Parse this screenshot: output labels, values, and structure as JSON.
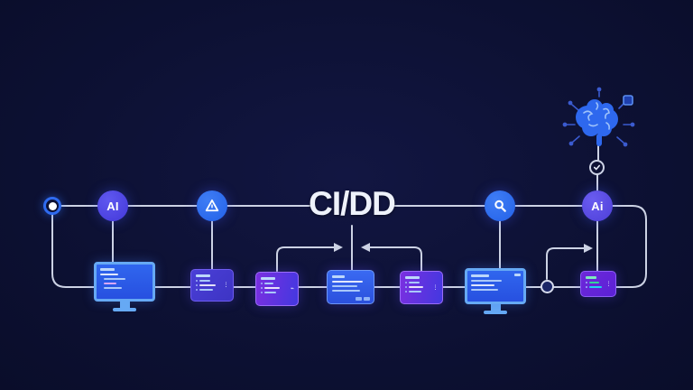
{
  "title": {
    "text": "CI/DD"
  },
  "nodes": {
    "start": {
      "type": "pipeline-start-dot"
    },
    "ai_left": {
      "label": "AI"
    },
    "alert": {
      "icon": "triangle-alert-icon"
    },
    "search": {
      "icon": "magnifier-icon"
    },
    "ai_right": {
      "label": "Ai"
    },
    "checkpoint": {
      "icon": "check-icon"
    },
    "junction": {
      "type": "junction-dot"
    }
  },
  "brain": {
    "icon": "ai-brain-icon"
  },
  "colors": {
    "background": "#0d1134",
    "connector": "#ccd2e4",
    "accent_blue": "#2563eb",
    "accent_indigo": "#4f46e5",
    "accent_violet": "#7c3aed",
    "monitor_frame": "#66a9f4",
    "screen_blue": "#2e5fe8",
    "card_violet": "#5b21d6",
    "title_text": "#eef2fb"
  }
}
